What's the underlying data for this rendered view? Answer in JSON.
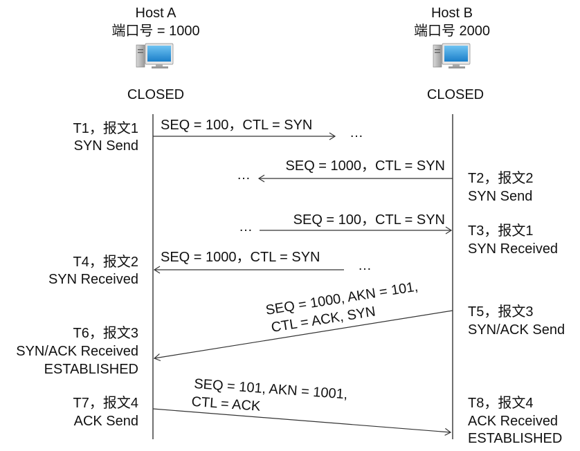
{
  "host_a": {
    "name": "Host A",
    "port": "端口号 = 1000",
    "state": "CLOSED",
    "icon": "computer-icon"
  },
  "host_b": {
    "name": "Host B",
    "port": "端口号 2000",
    "state": "CLOSED",
    "icon": "computer-icon"
  },
  "ellipsis": "…",
  "left_events": [
    {
      "lines": [
        "T1，报文1",
        "SYN Send"
      ]
    },
    {
      "lines": [
        "T4，报文2",
        "SYN Received"
      ]
    },
    {
      "lines": [
        "T6，报文3",
        "SYN/ACK Received",
        "ESTABLISHED"
      ]
    },
    {
      "lines": [
        "T7，报文4",
        "ACK Send"
      ]
    }
  ],
  "right_events": [
    {
      "lines": [
        "T2，报文2",
        "SYN Send"
      ]
    },
    {
      "lines": [
        "T3，报文1",
        "SYN Received"
      ]
    },
    {
      "lines": [
        "T5，报文3",
        "SYN/ACK Send"
      ]
    },
    {
      "lines": [
        "T8，报文4",
        "ACK Received",
        "ESTABLISHED"
      ]
    }
  ],
  "messages": [
    {
      "text": [
        "SEQ = 100，CTL = SYN"
      ],
      "direction": "A→B",
      "complete": false
    },
    {
      "text": [
        "SEQ = 1000，CTL = SYN"
      ],
      "direction": "B→A",
      "complete": false
    },
    {
      "text": [
        "SEQ = 100，CTL = SYN"
      ],
      "direction": "A→B",
      "complete": true
    },
    {
      "text": [
        "SEQ = 1000，CTL = SYN"
      ],
      "direction": "B→A",
      "complete": true
    },
    {
      "text": [
        "SEQ = 1000, AKN = 101,",
        "CTL = ACK, SYN"
      ],
      "direction": "B→A",
      "complete": true
    },
    {
      "text": [
        "SEQ = 101, AKN = 1001,",
        "CTL = ACK"
      ],
      "direction": "A→B",
      "complete": true
    }
  ]
}
